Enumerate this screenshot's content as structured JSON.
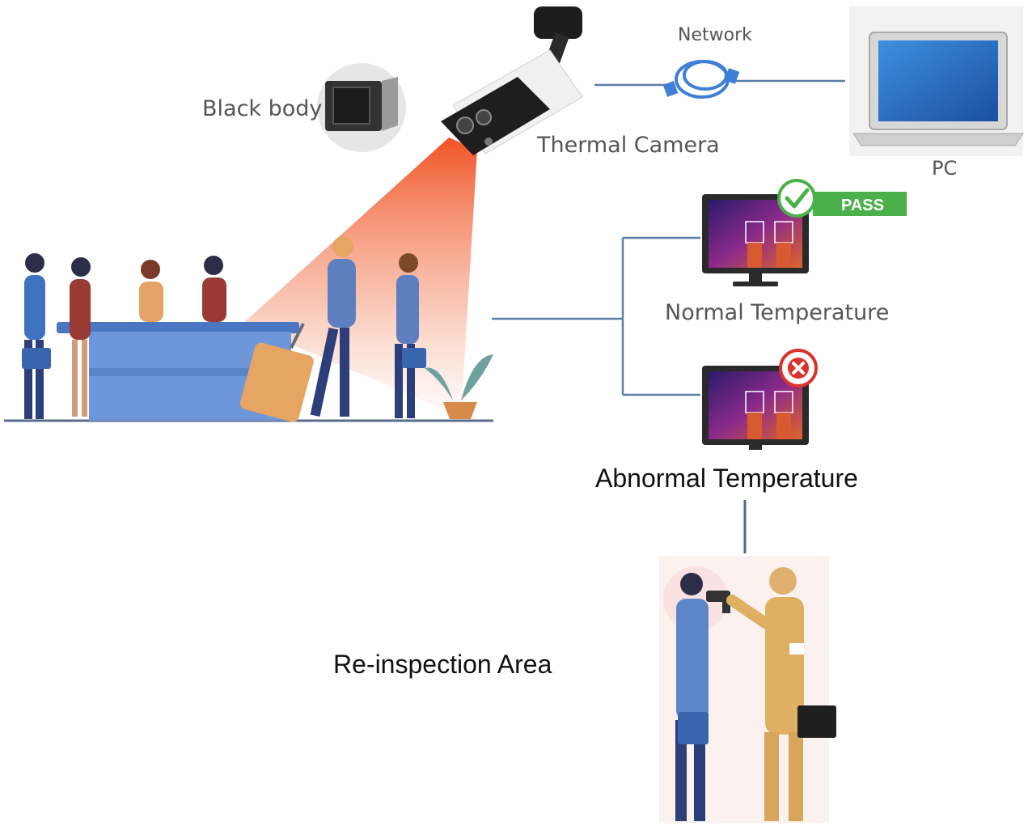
{
  "labels": {
    "black_body": "Black body",
    "network": "Network",
    "thermal_camera": "Thermal Camera",
    "pc": "PC",
    "pass_badge": "PASS",
    "normal_temperature": "Normal Temperature",
    "abnormal_temperature": "Abnormal Temperature",
    "reinspection_area": "Re-inspection Area"
  },
  "icons": {
    "pass": "check-icon",
    "fail": "x-icon"
  },
  "colors": {
    "connector": "#5b7fa6",
    "pass_green": "#4cb04a",
    "fail_red": "#d9342b",
    "beam": "#f26a3c"
  }
}
